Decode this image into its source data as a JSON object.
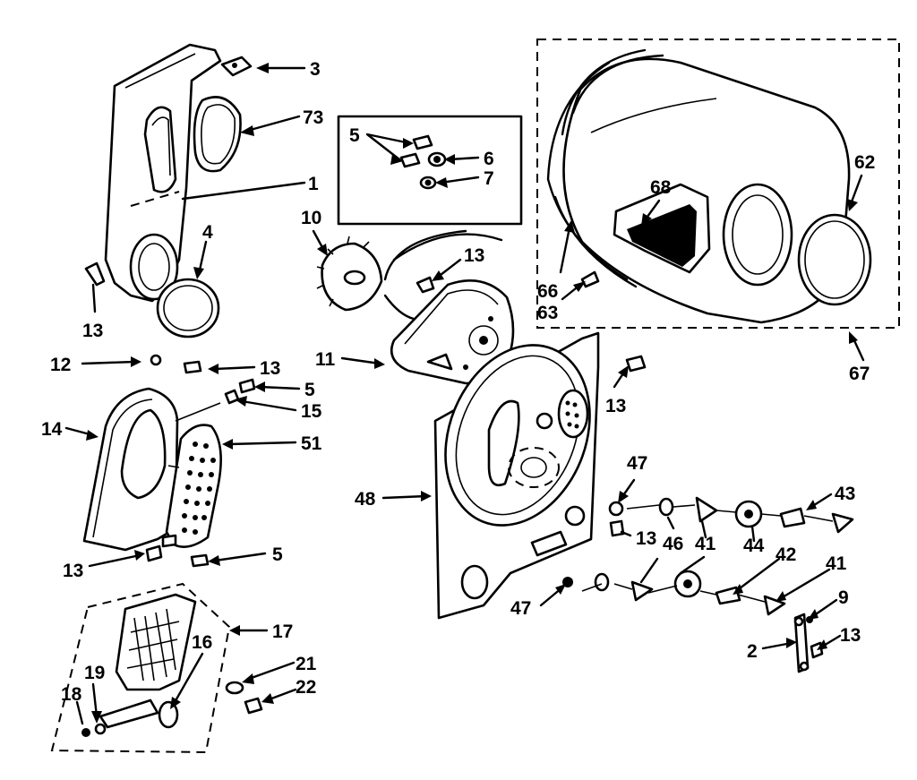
{
  "diagram": {
    "callouts": [
      {
        "id": "c1",
        "label": "1"
      },
      {
        "id": "c2",
        "label": "2"
      },
      {
        "id": "c3",
        "label": "3"
      },
      {
        "id": "c4",
        "label": "4"
      },
      {
        "id": "c5a",
        "label": "5"
      },
      {
        "id": "c5b",
        "label": "5"
      },
      {
        "id": "c5c",
        "label": "5"
      },
      {
        "id": "c6",
        "label": "6"
      },
      {
        "id": "c7",
        "label": "7"
      },
      {
        "id": "c9",
        "label": "9"
      },
      {
        "id": "c10",
        "label": "10"
      },
      {
        "id": "c11",
        "label": "11"
      },
      {
        "id": "c12",
        "label": "12"
      },
      {
        "id": "c13a",
        "label": "13"
      },
      {
        "id": "c13b",
        "label": "13"
      },
      {
        "id": "c13c",
        "label": "13"
      },
      {
        "id": "c13d",
        "label": "13"
      },
      {
        "id": "c13e",
        "label": "13"
      },
      {
        "id": "c13f",
        "label": "13"
      },
      {
        "id": "c13g",
        "label": "13"
      },
      {
        "id": "c14",
        "label": "14"
      },
      {
        "id": "c15",
        "label": "15"
      },
      {
        "id": "c16",
        "label": "16"
      },
      {
        "id": "c17",
        "label": "17"
      },
      {
        "id": "c18",
        "label": "18"
      },
      {
        "id": "c19",
        "label": "19"
      },
      {
        "id": "c21",
        "label": "21"
      },
      {
        "id": "c22",
        "label": "22"
      },
      {
        "id": "c41a",
        "label": "41"
      },
      {
        "id": "c41b",
        "label": "41"
      },
      {
        "id": "c42",
        "label": "42"
      },
      {
        "id": "c43",
        "label": "43"
      },
      {
        "id": "c44",
        "label": "44"
      },
      {
        "id": "c46",
        "label": "46"
      },
      {
        "id": "c47a",
        "label": "47"
      },
      {
        "id": "c47b",
        "label": "47"
      },
      {
        "id": "c48",
        "label": "48"
      },
      {
        "id": "c51",
        "label": "51"
      },
      {
        "id": "c62",
        "label": "62"
      },
      {
        "id": "c63",
        "label": "63"
      },
      {
        "id": "c66",
        "label": "66"
      },
      {
        "id": "c67",
        "label": "67"
      },
      {
        "id": "c68",
        "label": "68"
      },
      {
        "id": "c73",
        "label": "73"
      }
    ]
  }
}
